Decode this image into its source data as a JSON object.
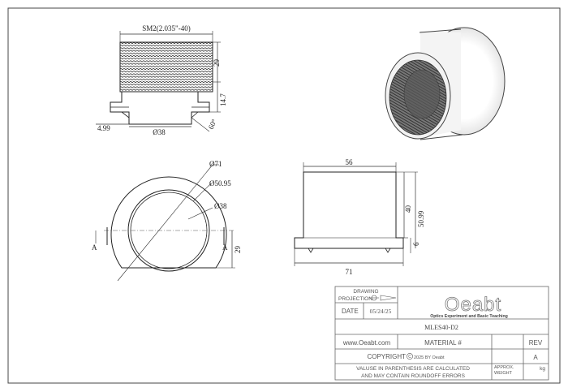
{
  "views": {
    "front": {
      "thread_callout": "SM2(2.035\"-40)",
      "dim_thread_height": "29",
      "dim_overall_height": "14.7",
      "dim_bore": "Ø38",
      "dim_flange": "4.99",
      "dim_angle": "60°"
    },
    "end": {
      "dim_outer": "Ø71",
      "dim_mid": "Ø50.95",
      "dim_inner": "Ø38",
      "dim_section": "29",
      "section_mark_left": "A",
      "section_mark_right": "A"
    },
    "section": {
      "dim_top_width": "56",
      "dim_bottom_width": "71",
      "dim_height_40": "40",
      "dim_height_5099": "50.99",
      "dim_flange_6": "6"
    }
  },
  "title_block": {
    "drawing_label": "DRAWING",
    "projection_label": "PROJECTION",
    "date_label": "DATE",
    "date_value": "05/24/25",
    "logo_text": "Oeabt",
    "logo_tagline": "Optics Experiment and Basic Teaching",
    "part_number": "MLES40-D2",
    "website": "www.Oeabt.com",
    "material_label": "MATERIAL #",
    "rev_label": "REV",
    "rev_value": "A",
    "copyright_text": "COPYRIGHT",
    "copyright_year": "2025 BY Oeabt",
    "note_line1": "VALUSE IN PARENTHESIS ARE CALCULATED",
    "note_line2": "AND MAY CONTAIN ROUNDOFF ERRORS",
    "approx_label": "APPROX.",
    "weight_label": "WEIGHT",
    "weight_unit": "kg"
  }
}
